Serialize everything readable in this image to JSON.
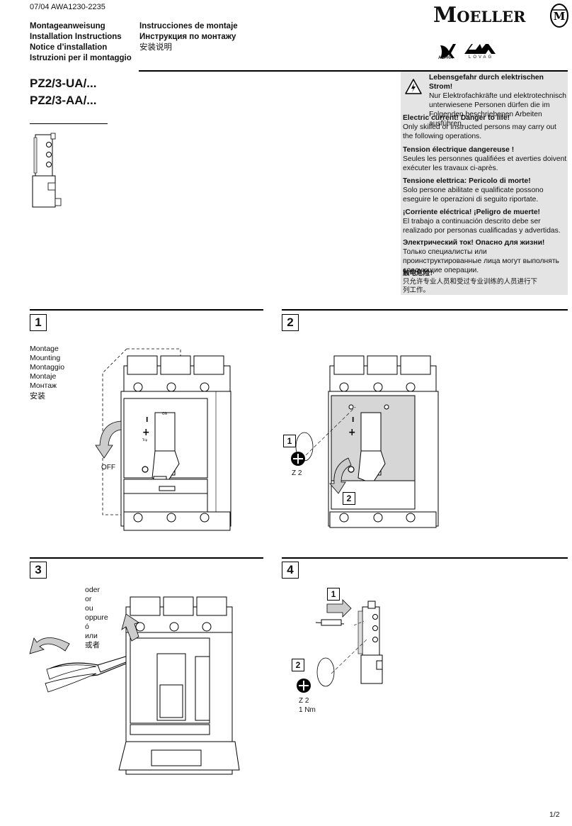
{
  "header": {
    "doc_code": "07/04 AWA1230-2235",
    "instructions_left": [
      "Montageanweisung",
      "Installation Instructions",
      "Notice d’installation",
      "Istruzioni per il montaggio"
    ],
    "instructions_right": [
      "Instrucciones de montaje",
      "Инструкция по монтажу",
      "安装说明"
    ],
    "brand": "Moeller",
    "logo_alpha": "ALPHA",
    "logo_lovag": "LOVAG"
  },
  "title": {
    "line1": "PZ2/3-UA/...",
    "line2": "PZ2/3-AA/..."
  },
  "warnings": [
    {
      "heading": "Lebensgefahr durch elektrischen Strom!",
      "text": "Nur Elektrofachkräfte und elektrotechnisch unterwiesene Personen dürfen die im Folgenden beschriebenen Arbeiten ausführen."
    },
    {
      "heading": "Electric current! Danger to life!",
      "text": "Only skilled or instructed persons may carry out the following operations."
    },
    {
      "heading": "Tension électrique dangereuse !",
      "text": "Seules les personnes qualifiées et averties doivent exécuter les travaux ci-après."
    },
    {
      "heading": "Tensione elettrica: Pericolo di morte!",
      "text": "Solo persone abilitate e qualificate possono eseguire le operazioni di seguito riportate."
    },
    {
      "heading": "¡Corriente eléctrica! ¡Peligro de muerte!",
      "text": "El trabajo a continuación descrito debe ser realizado por personas cualificadas y advertidas."
    },
    {
      "heading": "Электрический ток! Опасно для жизни!",
      "text": "Только специалисты или проинструктированные лица могут выполнять следующие операции."
    },
    {
      "heading": "触电危险！",
      "text": "只允许专业人员和受过专业训练的人员进行下列工作。"
    }
  ],
  "steps": {
    "step1": {
      "number": "1",
      "labels": [
        "Montage",
        "Mounting",
        "Montaggio",
        "Montaje",
        "Монтаж",
        "安装"
      ],
      "off_label": "OFF"
    },
    "step2": {
      "number": "2",
      "sub1": "1",
      "sub2": "2",
      "tool": "Z 2"
    },
    "step3": {
      "number": "3",
      "labels": [
        "oder",
        "or",
        "ou",
        "oppure",
        "ó",
        "или",
        "或者"
      ]
    },
    "step4": {
      "number": "4",
      "sub1": "1",
      "sub2": "2",
      "tool": "Z 2",
      "torque": "1 Nm"
    }
  },
  "breaker_labels": {
    "on": "ON",
    "trip": "Trip"
  },
  "footer": {
    "page": "1/2"
  }
}
